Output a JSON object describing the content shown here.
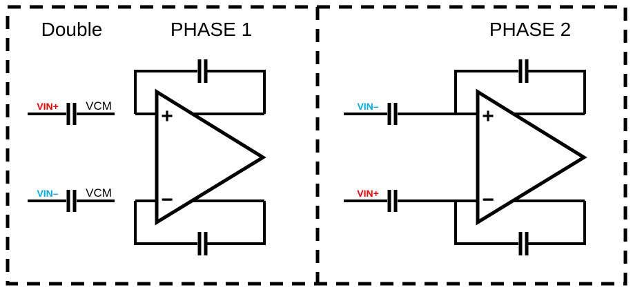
{
  "colors": {
    "background": "#ffffff",
    "wire": "#000000",
    "vin_plus": "#ff0000",
    "vin_minus": "#00aeef"
  },
  "mode": {
    "label": "Double"
  },
  "phase1": {
    "title": "PHASE 1",
    "top_input": {
      "label": "VIN+",
      "node_label": "VCM"
    },
    "bottom_input": {
      "label": "VIN–",
      "node_label": "VCM"
    },
    "opamp": {
      "noninverting": "+",
      "inverting": "−"
    }
  },
  "phase2": {
    "title": "PHASE 2",
    "top_input": {
      "label": "VIN–"
    },
    "bottom_input": {
      "label": "VIN+"
    },
    "opamp": {
      "noninverting": "+",
      "inverting": "−"
    }
  }
}
